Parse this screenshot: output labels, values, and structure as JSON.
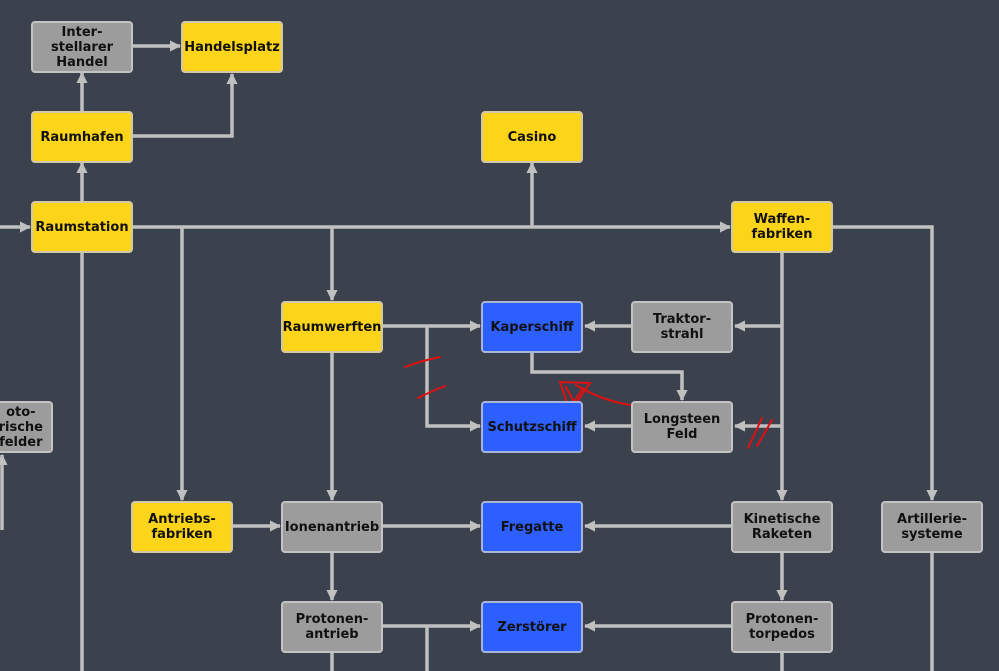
{
  "diagram": {
    "background_color": "#3c414e",
    "colors": {
      "building": "#fcd419",
      "technology": "#9c9c9c",
      "ship": "#2d5fff",
      "connector": "#c0c0c0",
      "annotation": "#e01010"
    },
    "nodes": {
      "interstellarer_handel": "Inter-\nstellarer\nHandel",
      "handelsplatz": "Handelsplatz",
      "raumhafen": "Raumhafen",
      "casino": "Casino",
      "raumstation": "Raumstation",
      "waffenfabriken": "Waffen-\nfabriken",
      "raumwerften": "Raumwerften",
      "kaperschiff": "Kaperschiff",
      "traktorstrahl": "Traktor-\nstrahl",
      "schutzschiff": "Schutzschiff",
      "longsteen_feld": "Longsteen\nFeld",
      "protonische_felder": "oto-\nrische\nfelder",
      "antriebsfabriken": "Antriebs-\nfabriken",
      "ionenantrieb": "Ionenantrieb",
      "fregatte": "Fregatte",
      "kinetische_raketen": "Kinetische\nRaketen",
      "artilleriesysteme": "Artillerie-\nsysteme",
      "protonenantrieb": "Protonen-\nantrieb",
      "zerstoerer": "Zerstörer",
      "protonentorpedos": "Protonen-\ntorpedos"
    }
  }
}
